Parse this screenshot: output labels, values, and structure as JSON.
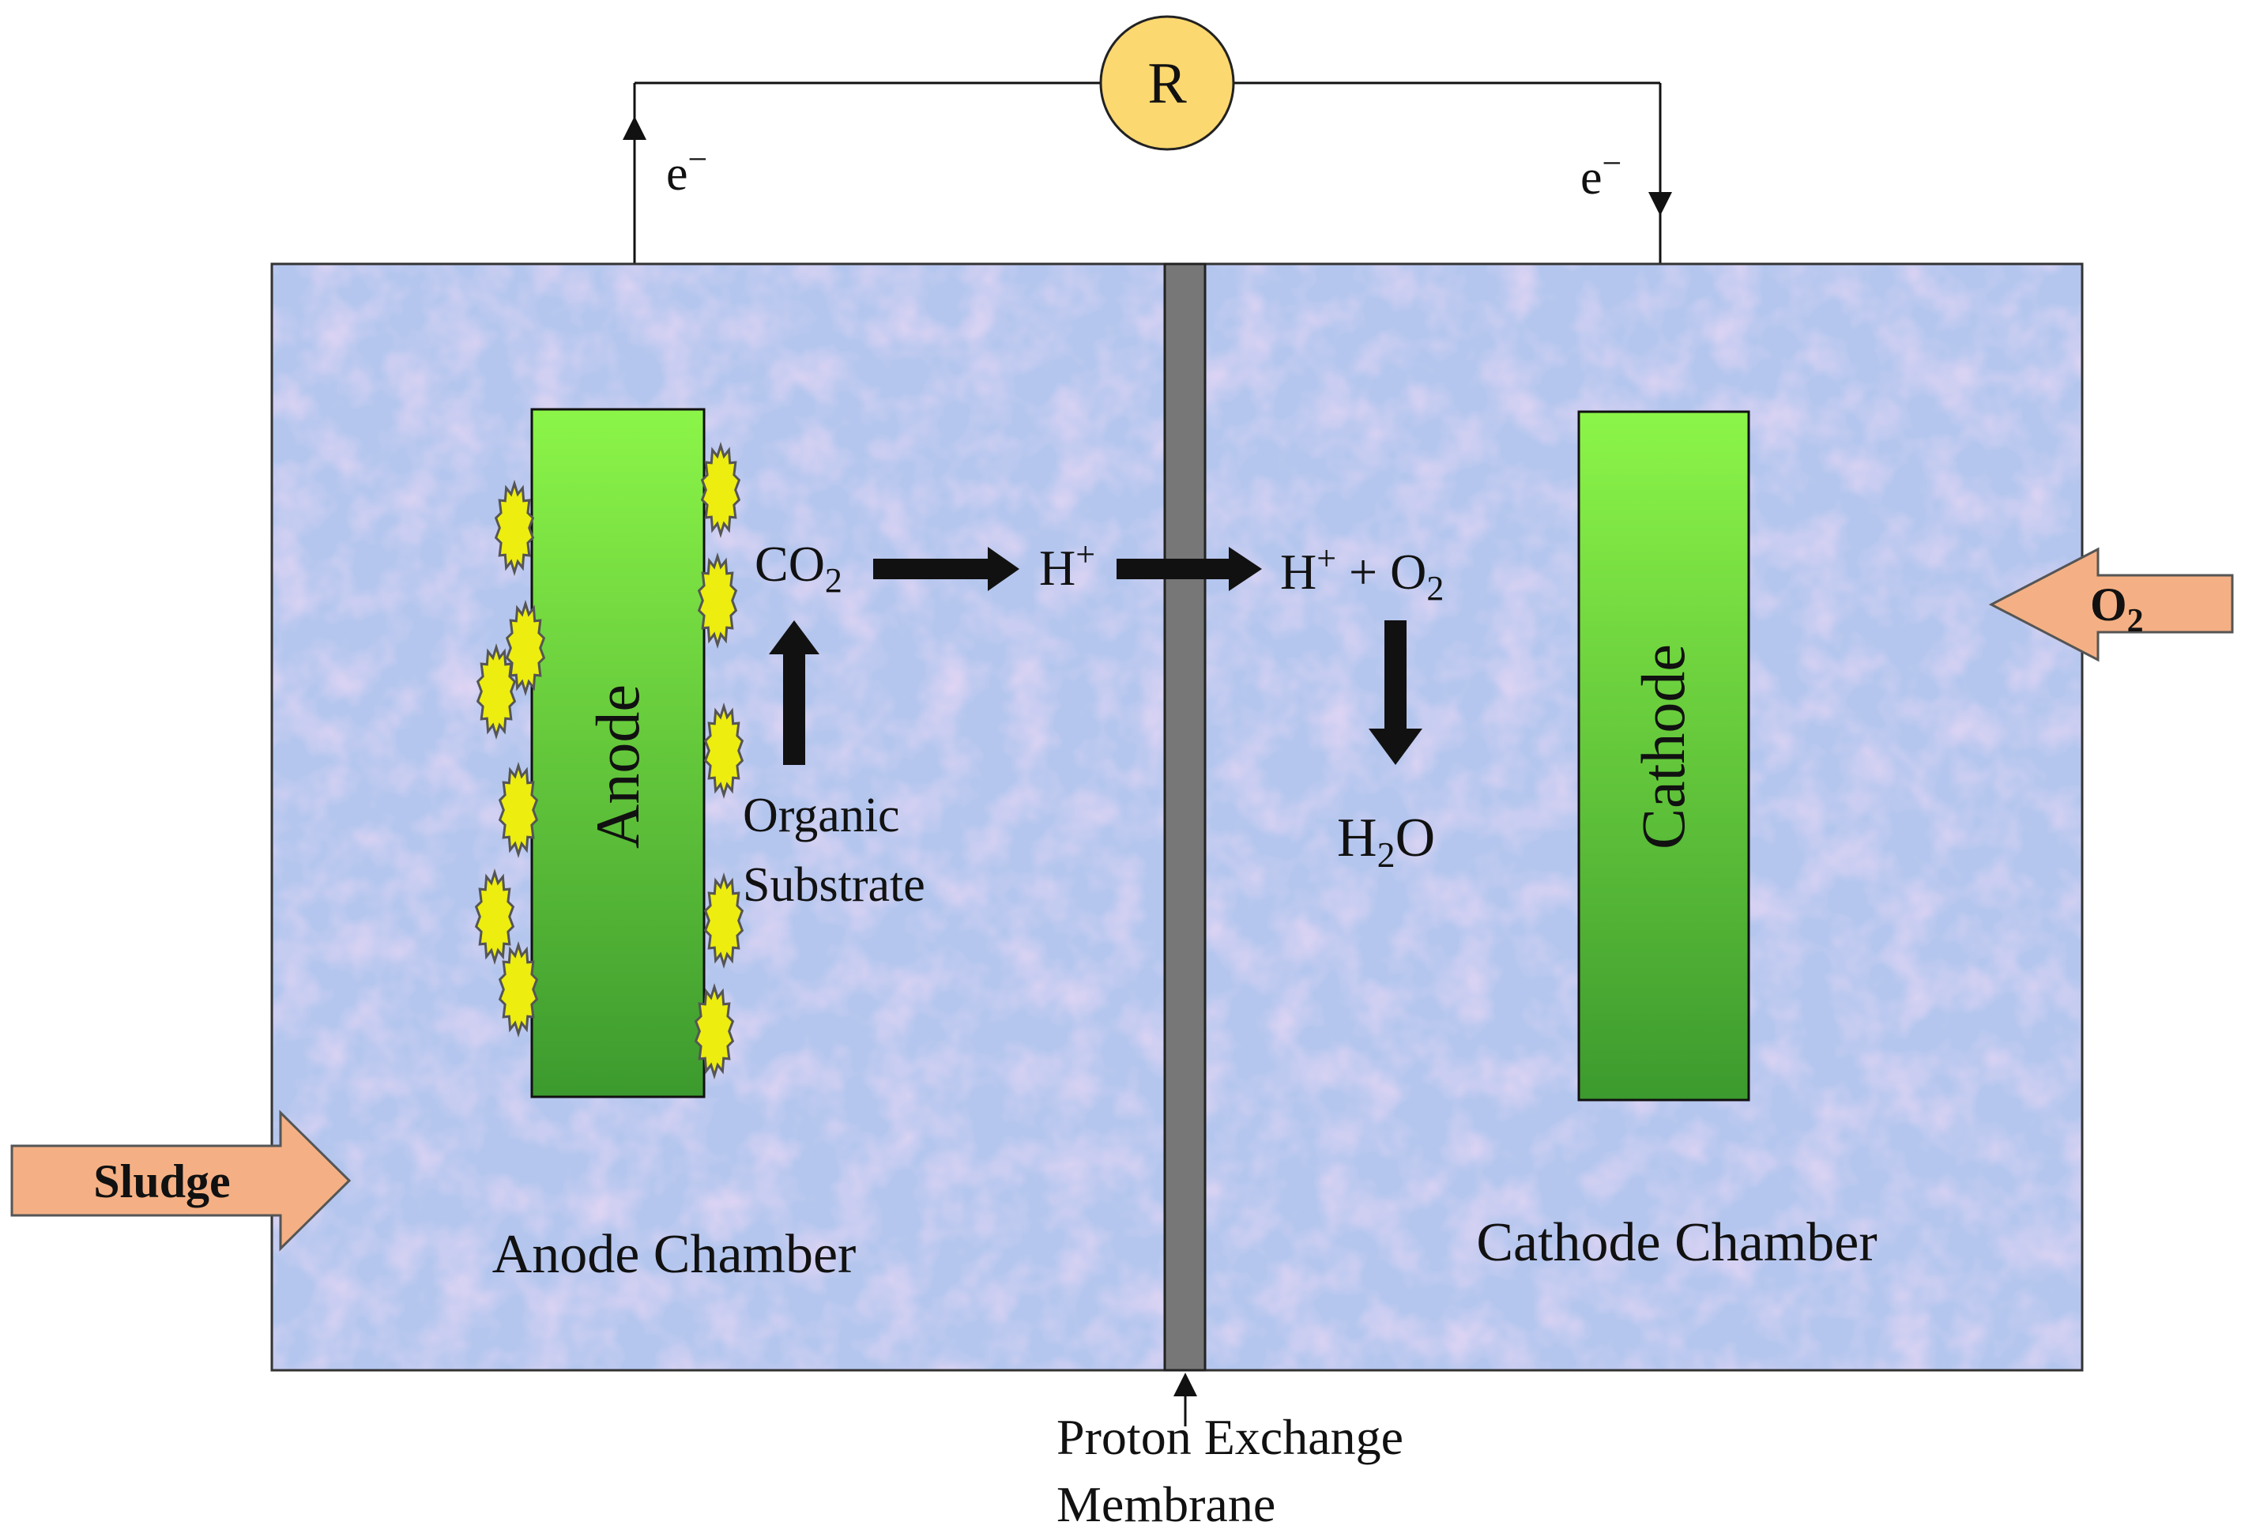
{
  "resistor": {
    "label": "R"
  },
  "electron_left": {
    "label": "e",
    "sup": "−"
  },
  "electron_right": {
    "label": "e",
    "sup": "−"
  },
  "anode": {
    "label": "Anode"
  },
  "cathode": {
    "label": "Cathode"
  },
  "co2": {
    "base": "CO",
    "sub": "2"
  },
  "h_plus": {
    "base": "H",
    "sup": "+"
  },
  "reaction": {
    "h": "H",
    "sup": "+",
    "plus": " + O",
    "sub": "2"
  },
  "water": {
    "h": "H",
    "sub": "2",
    "o": "O"
  },
  "organic_substrate": {
    "line1": "Organic",
    "line2": "Substrate"
  },
  "oxygen_input": {
    "base": "O",
    "sub": "2"
  },
  "sludge_input": {
    "label": "Sludge"
  },
  "anode_chamber": {
    "label": "Anode Chamber"
  },
  "cathode_chamber": {
    "label": "Cathode Chamber"
  },
  "membrane": {
    "line1": "Proton Exchange",
    "line2": "Membrane"
  },
  "colors": {
    "chamber_fill": "#b4c6ee",
    "electrode_top": "#8cf548",
    "electrode_bottom": "#3c9a2e",
    "microbe": "#eded10",
    "resistor": "#fcd870",
    "input_arrow": "#f4b084",
    "membrane": "#777777"
  }
}
